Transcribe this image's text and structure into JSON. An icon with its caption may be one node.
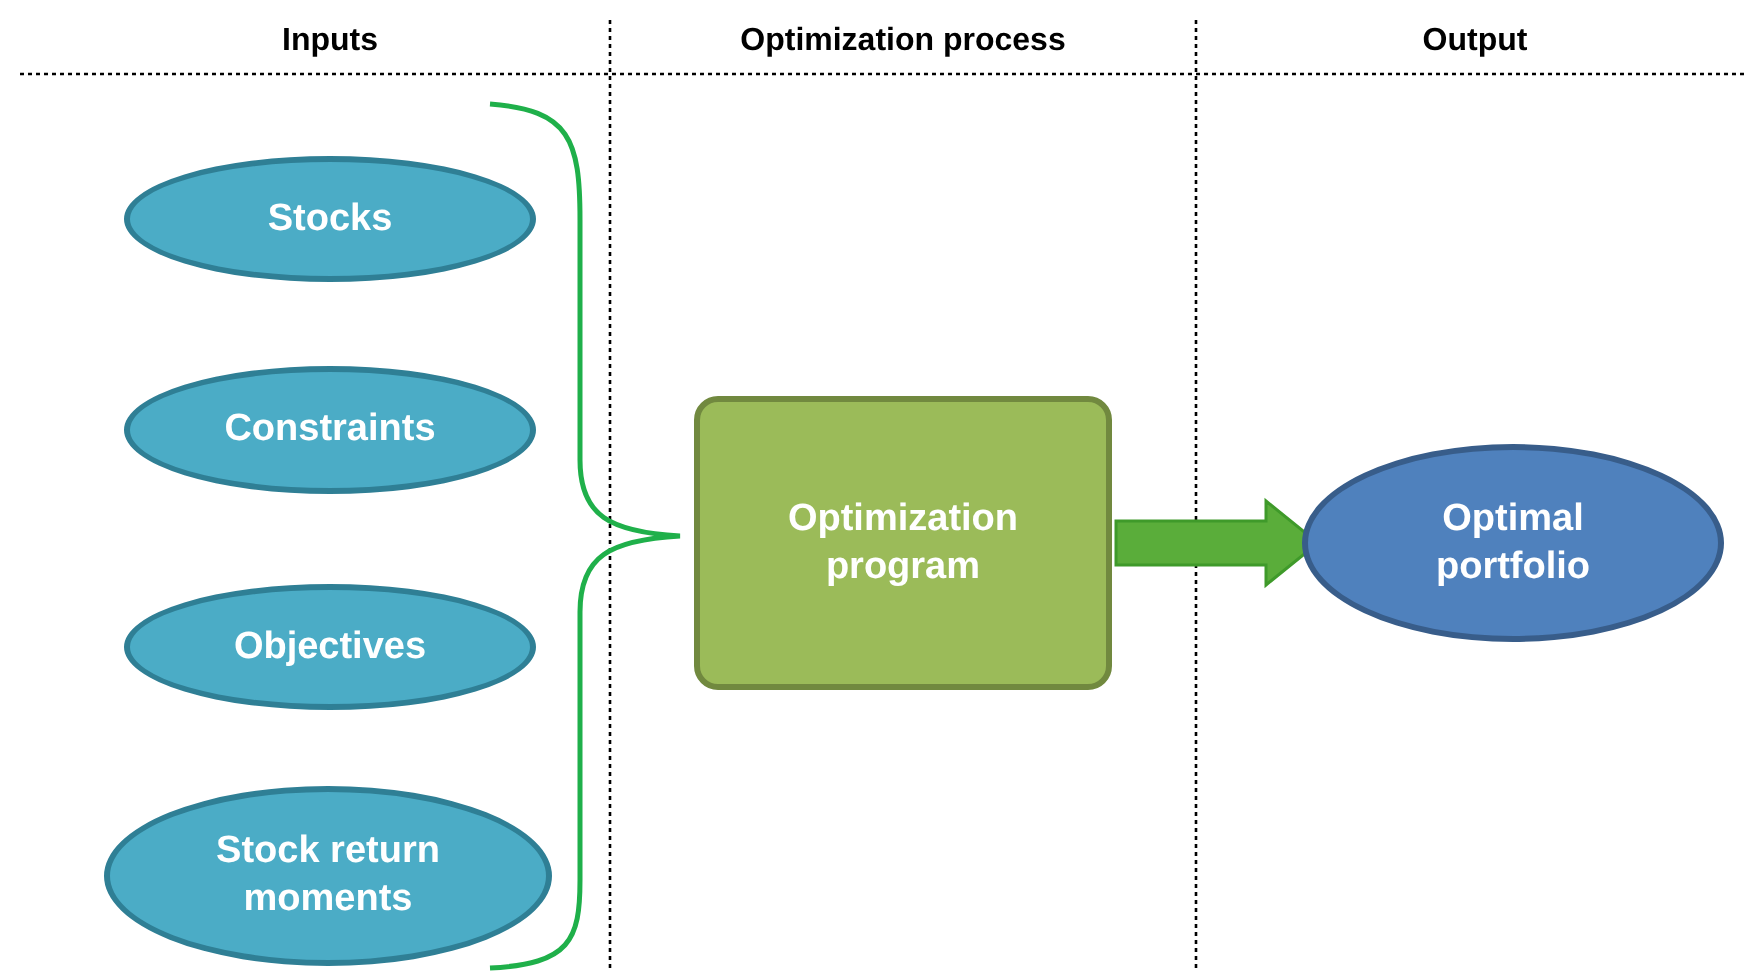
{
  "diagram": {
    "nodes": [
      {
        "text": [
          "Stocks"
        ]
      },
      {
        "text": [
          "Constraints"
        ]
      },
      {
        "text": [
          "Objectives"
        ]
      },
      {
        "text": [
          "Stock return moments"
        ]
      },
      {
        "text": [
          "Optimization program"
        ]
      },
      {
        "text": [
          "Optimal portfolio"
        ]
      }
    ],
    "edges": [
      {
        "from": 4,
        "to": 5,
        "arrow": "to",
        "style": "thick",
        "color": "#5aad3a"
      }
    ],
    "labels": [
      "Inputs",
      "Optimization process",
      "Output"
    ]
  }
}
